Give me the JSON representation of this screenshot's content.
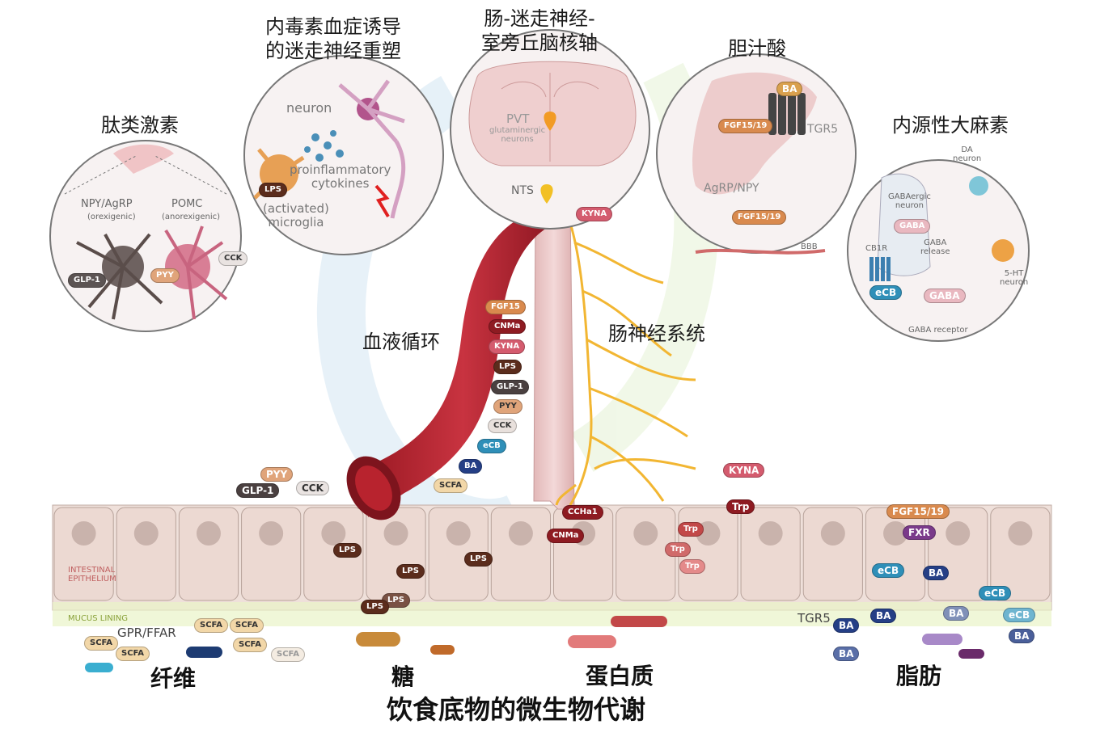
{
  "panels": {
    "peptide": {
      "title": "肽类激素",
      "npy": "NPY/AgRP",
      "npy_sub": "(orexigenic)",
      "pomc": "POMC",
      "pomc_sub": "(anorexigenic)",
      "glp1": "GLP-1",
      "pyy": "PYY",
      "cck": "CCK"
    },
    "endotoxin": {
      "title": "内毒素血症诱导\n的迷走神经重塑",
      "neuron": "neuron",
      "cytokines": "proinflammatory\ncytokines",
      "lps": "LPS",
      "microglia": "(activated)\nmicroglia"
    },
    "brain": {
      "title": "肠-迷走神经-\n室旁丘脑核轴",
      "pvt": "PVT",
      "pvt_sub": "glutaminergic\nneurons",
      "nts": "NTS",
      "kyna": "KYNA"
    },
    "bile": {
      "title": "胆汁酸",
      "ba": "BA",
      "fgf_a": "FGF15/19",
      "tgr5": "TGR5",
      "agrp": "AgRP/NPY",
      "fgf_b": "FGF15/19",
      "bbb": "BBB"
    },
    "cannabinoid": {
      "title": "内源性大麻素",
      "da": "DA\nneuron",
      "gabaergic": "GABAergic\nneuron",
      "gaba_a": "GABA",
      "cb1r": "CB1R",
      "gaba_release": "GABA\nrelease",
      "ecb": "eCB",
      "gaba_b": "GABA",
      "ht": "5-HT\nneuron",
      "receptor": "GABA receptor"
    }
  },
  "labels": {
    "blood": "血液循环",
    "ens": "肠神经系统",
    "fiber": "纤维",
    "sugar": "糖",
    "protein": "蛋白质",
    "fat": "脂肪",
    "main": "饮食底物的微生物代谢",
    "epithelium": "INTESTINAL\nEPITHELIUM",
    "mucus": "MUCUS LINING",
    "gpr": "GPR/FFAR",
    "tgr5_gut": "TGR5"
  },
  "vessel_tags": [
    {
      "t": "FGF15",
      "c": "#d98a4e"
    },
    {
      "t": "CNMa",
      "c": "#8e1b22"
    },
    {
      "t": "KYNA",
      "c": "#d45b6e"
    },
    {
      "t": "LPS",
      "c": "#5b2c1c"
    },
    {
      "t": "GLP-1",
      "c": "#4a4040"
    },
    {
      "t": "PYY",
      "c": "#e0a47a"
    },
    {
      "t": "CCK",
      "c": "#e8e0dc"
    },
    {
      "t": "eCB",
      "c": "#2f8fb8"
    },
    {
      "t": "BA",
      "c": "#253f86"
    },
    {
      "t": "SCFA",
      "c": "#f2d7a8"
    }
  ],
  "gut_tags": {
    "pyy": "PYY",
    "glp1": "GLP-1",
    "cck": "CCK",
    "lps": "LPS",
    "scfa": "SCFA",
    "ccha1": "CCHa1",
    "cnma": "CNMa",
    "trp": "Trp",
    "kyna": "KYNA",
    "fgf": "FGF15/19",
    "fxr": "FXR",
    "ecb": "eCB",
    "ba": "BA"
  },
  "colors": {
    "vessel": "#b8232e",
    "vessel_dark": "#7d141d",
    "nerve": "#f2b632",
    "cell": "#ecd9d2",
    "cell_border": "#b7a29a",
    "circle_border": "#777777"
  }
}
